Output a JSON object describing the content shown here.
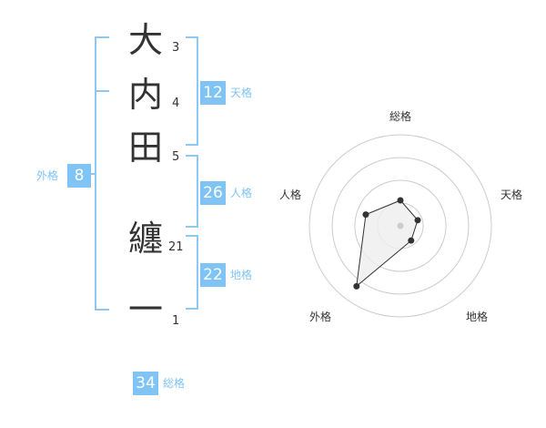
{
  "name": {
    "chars": [
      "大",
      "内",
      "田",
      "纏",
      "一"
    ],
    "strokes": [
      "3",
      "4",
      "5",
      "21",
      "1"
    ]
  },
  "kakaku": {
    "tenkaku": {
      "value": "12",
      "label": "天格"
    },
    "jinkaku": {
      "value": "26",
      "label": "人格"
    },
    "chikaku": {
      "value": "22",
      "label": "地格"
    },
    "gaikaku": {
      "value": "8",
      "label": "外格"
    },
    "soukaku": {
      "value": "34",
      "label": "総格"
    }
  },
  "chart_data": {
    "type": "radar",
    "axes": [
      "総格",
      "天格",
      "地格",
      "外格",
      "人格"
    ],
    "values": [
      0.28,
      0.2,
      0.2,
      0.82,
      0.4
    ],
    "rings": 4,
    "colors": {
      "fill": "#eeeeee",
      "line": "#333333",
      "point": "#333333",
      "grid": "#cccccc",
      "center": "#cccccc"
    }
  }
}
